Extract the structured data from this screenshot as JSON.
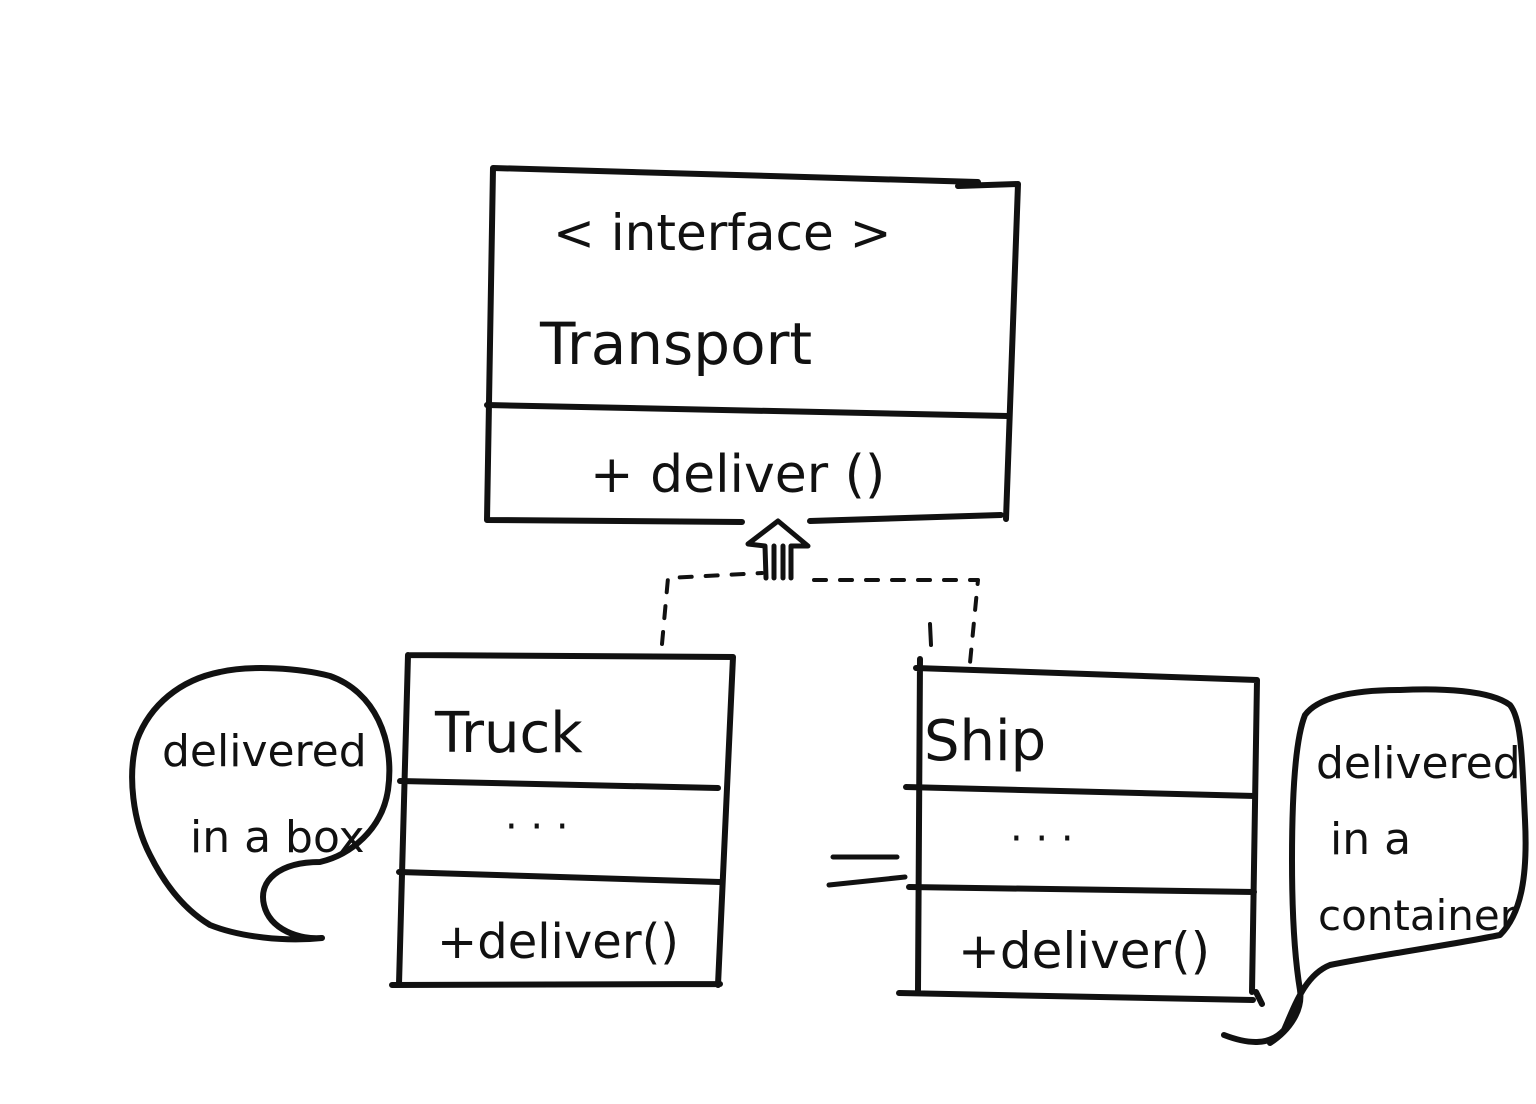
{
  "diagram": {
    "interface_box": {
      "stereotype": "< interface >",
      "name": "Transport",
      "method": "+ deliver ()"
    },
    "truck_box": {
      "name": "Truck",
      "fields": "· · ·",
      "method": "+deliver()"
    },
    "ship_box": {
      "name": "Ship",
      "fields": "· · ·",
      "method": "+deliver()"
    },
    "truck_bubble": {
      "line1": "delivered",
      "line2": "in a box"
    },
    "ship_bubble": {
      "line1": "delivered",
      "line2": "in a",
      "line3": "container"
    }
  },
  "colors": {
    "ink": "#111111",
    "background": "#ffffff"
  }
}
